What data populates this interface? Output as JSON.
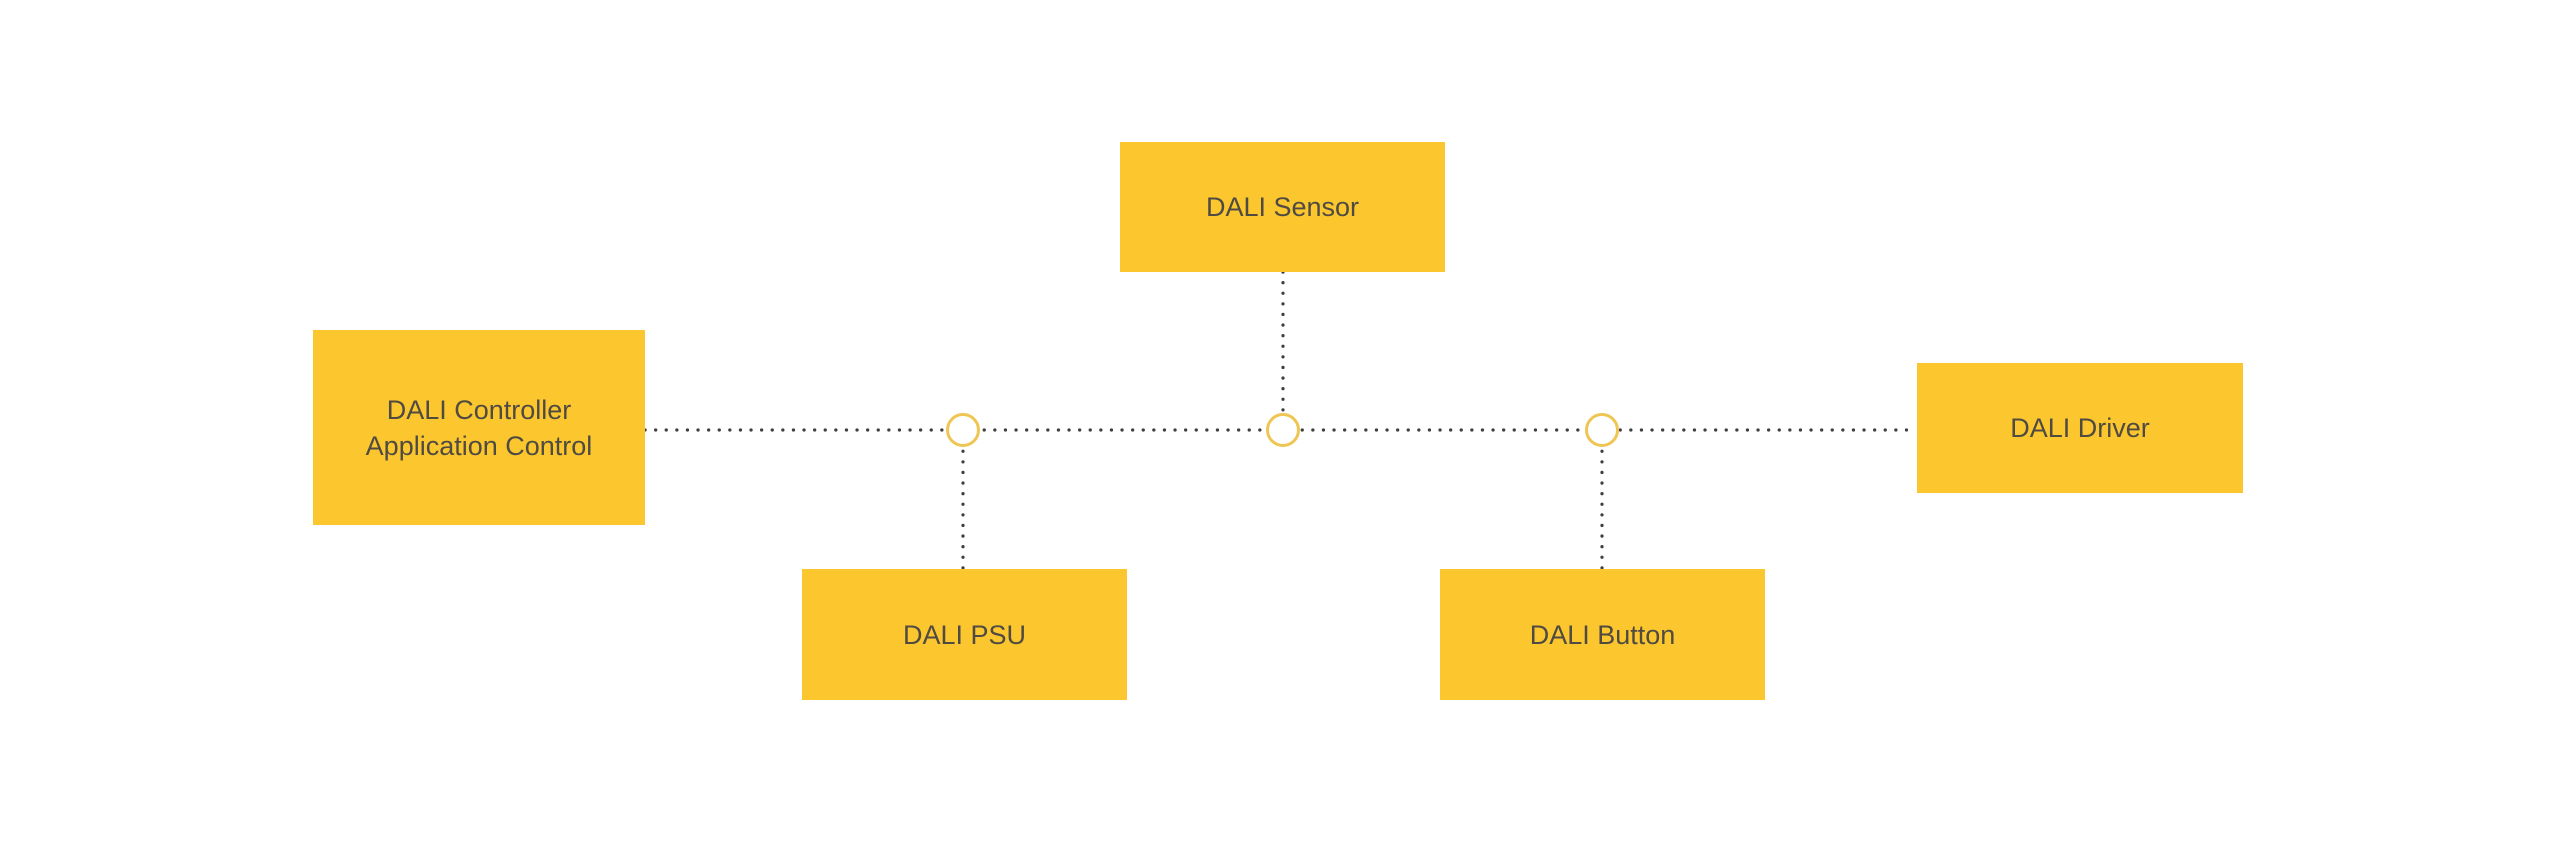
{
  "diagram": {
    "type": "network-topology",
    "description": "DALI lighting bus topology diagram",
    "nodes": [
      {
        "id": "dali-controller",
        "label": "DALI Controller Application Control"
      },
      {
        "id": "dali-sensor",
        "label": "DALI Sensor"
      },
      {
        "id": "dali-psu",
        "label": "DALI PSU"
      },
      {
        "id": "dali-button",
        "label": "DALI Button"
      },
      {
        "id": "dali-driver",
        "label": "DALI Driver"
      }
    ],
    "edges": [
      {
        "from": "dali-controller",
        "to": "dali-bus",
        "style": "dotted"
      },
      {
        "from": "dali-sensor",
        "to": "dali-bus",
        "style": "dotted",
        "junction": "ring"
      },
      {
        "from": "dali-psu",
        "to": "dali-bus",
        "style": "dotted",
        "junction": "ring"
      },
      {
        "from": "dali-button",
        "to": "dali-bus",
        "style": "dotted",
        "junction": "ring"
      },
      {
        "from": "dali-driver",
        "to": "dali-bus",
        "style": "dotted"
      }
    ],
    "colors": {
      "background": "#FFFFFF",
      "node_fill": "#FCC62E",
      "node_text": "#4F4B42",
      "connector_dot": "#3E3E3E",
      "junction_ring": "#EFC554",
      "junction_fill": "#FFFFFF"
    }
  }
}
